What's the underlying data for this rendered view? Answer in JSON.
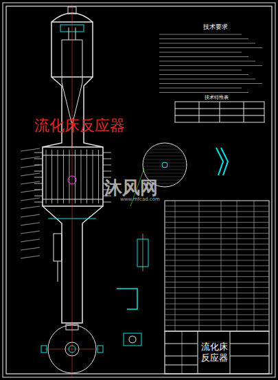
{
  "diagram": {
    "title": "流化床反应器",
    "nodes": [
      {
        "text": [
          "流化床反应器"
        ]
      }
    ],
    "labels": [
      "技术要求",
      "技术特性表",
      "沐风网",
      "www.mfcad.com"
    ]
  }
}
